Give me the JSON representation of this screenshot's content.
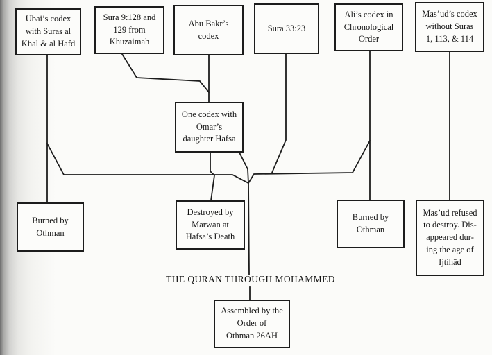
{
  "title": "THE QURAN THROUGH MOHAMMED",
  "colors": {
    "line": "#1d1d1d",
    "text": "#161616",
    "page": "#fbfbf9"
  },
  "nodes": {
    "ubai": {
      "label": [
        "Ubai’s codex",
        "with Suras al",
        "Khal & al Hafd"
      ]
    },
    "khuzaimah": {
      "label": [
        "Sura 9:128 and",
        "129 from",
        "Khuzaimah"
      ]
    },
    "abu_bakr": {
      "label": [
        "Abu Bakr’s",
        "codex"
      ]
    },
    "sura_33_23": {
      "label": [
        "Sura 33:23"
      ]
    },
    "ali": {
      "label": [
        "Ali’s codex in",
        "Chronological",
        "Order"
      ]
    },
    "masud": {
      "label": [
        "Mas’ud’s codex",
        "without Suras",
        "1, 113, & 114"
      ]
    },
    "hafsa": {
      "label": [
        "One codex with",
        "Omar’s",
        "daughter Hafsa"
      ]
    },
    "burned_left": {
      "label": [
        "Burned by",
        "Othman"
      ]
    },
    "destroyed": {
      "label": [
        "Destroyed by",
        "Marwan at",
        "Hafsa’s Death"
      ]
    },
    "burned_right": {
      "label": [
        "Burned by",
        "Othman"
      ]
    },
    "masud_refused": {
      "label": [
        "Mas’ud refused",
        "to destroy. Dis-",
        "appeared dur-",
        "ing the age of",
        "Ijtihād"
      ]
    },
    "assembled": {
      "label": [
        "Assembled by the",
        "Order of",
        "Othman 26AH"
      ]
    }
  },
  "edges": [
    {
      "from": "ubai",
      "to": "burned_left"
    },
    {
      "from": "ubai",
      "to": "central-junction"
    },
    {
      "from": "khuzaimah",
      "to": "hafsa"
    },
    {
      "from": "abu_bakr",
      "to": "hafsa"
    },
    {
      "from": "hafsa",
      "to": "destroyed"
    },
    {
      "from": "hafsa",
      "to": "central-junction"
    },
    {
      "from": "sura_33_23",
      "to": "central-junction"
    },
    {
      "from": "ali",
      "to": "burned_right"
    },
    {
      "from": "ali",
      "to": "central-junction"
    },
    {
      "from": "masud",
      "to": "masud_refused"
    },
    {
      "from": "central-junction",
      "to": "title"
    },
    {
      "from": "title",
      "to": "assembled"
    }
  ]
}
